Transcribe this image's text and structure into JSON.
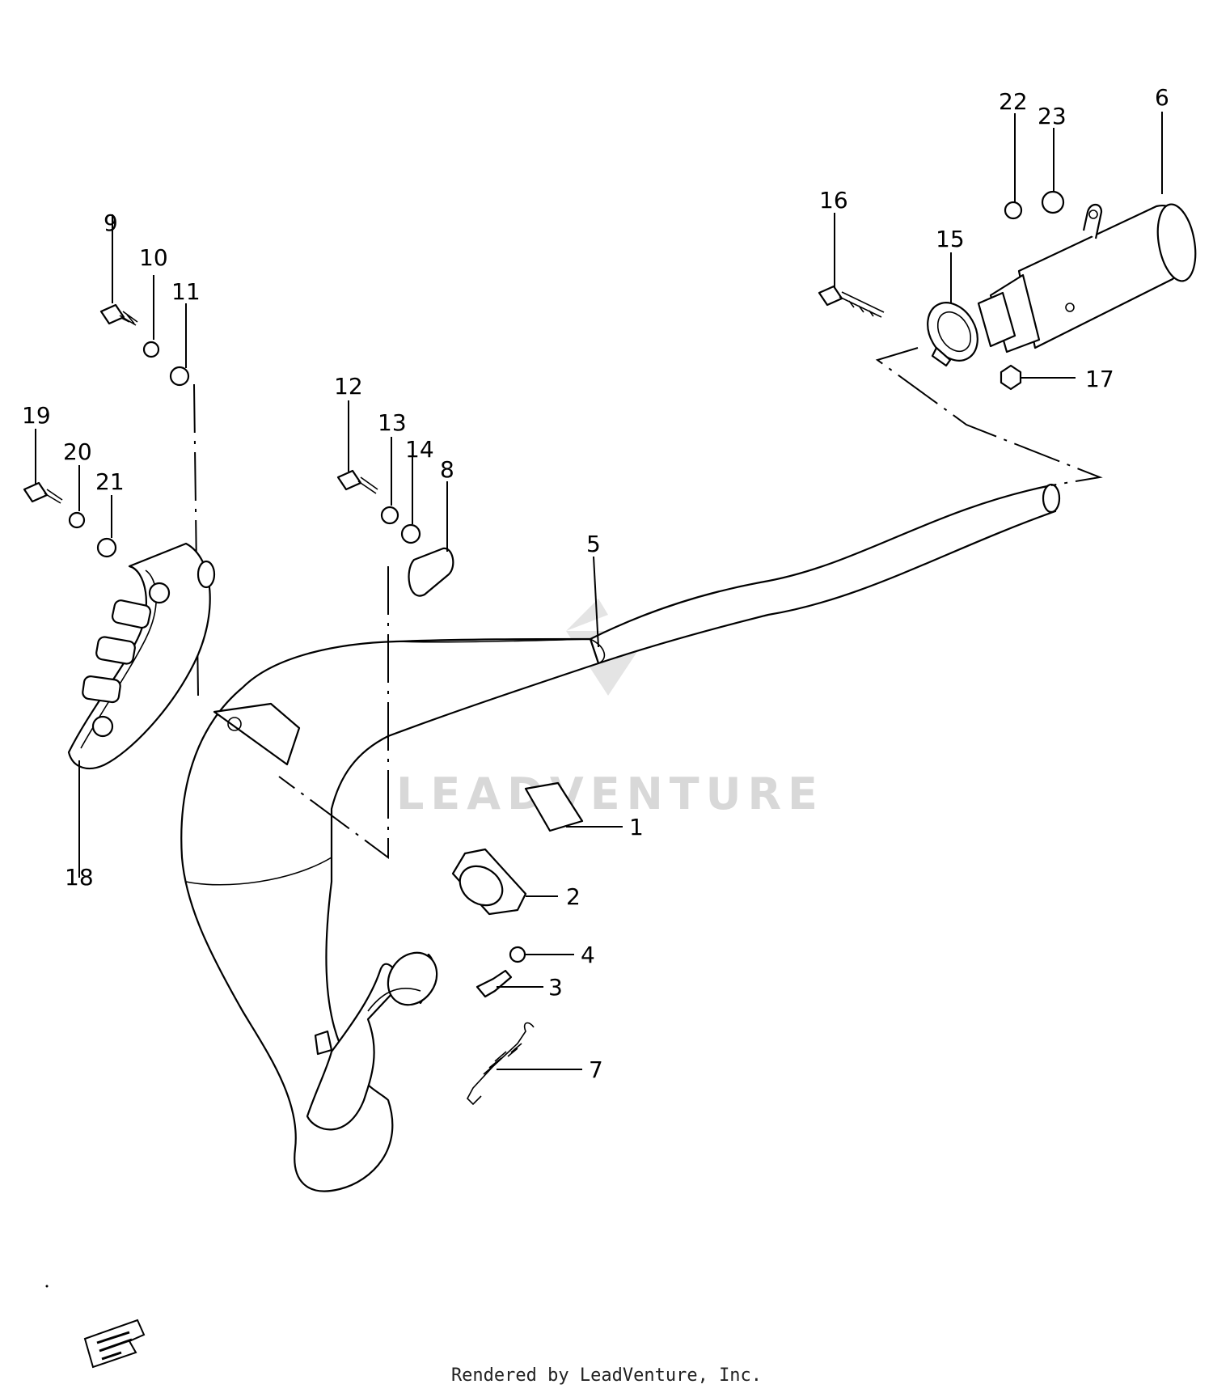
{
  "diagram": {
    "callouts": [
      {
        "id": "1",
        "label": "1"
      },
      {
        "id": "2",
        "label": "2"
      },
      {
        "id": "3",
        "label": "3"
      },
      {
        "id": "4",
        "label": "4"
      },
      {
        "id": "5",
        "label": "5"
      },
      {
        "id": "6",
        "label": "6"
      },
      {
        "id": "7",
        "label": "7"
      },
      {
        "id": "8",
        "label": "8"
      },
      {
        "id": "9",
        "label": "9"
      },
      {
        "id": "10",
        "label": "10"
      },
      {
        "id": "11",
        "label": "11"
      },
      {
        "id": "12",
        "label": "12"
      },
      {
        "id": "13",
        "label": "13"
      },
      {
        "id": "14",
        "label": "14"
      },
      {
        "id": "15",
        "label": "15"
      },
      {
        "id": "16",
        "label": "16"
      },
      {
        "id": "17",
        "label": "17"
      },
      {
        "id": "18",
        "label": "18"
      },
      {
        "id": "19",
        "label": "19"
      },
      {
        "id": "20",
        "label": "20"
      },
      {
        "id": "21",
        "label": "21"
      },
      {
        "id": "22",
        "label": "22"
      },
      {
        "id": "23",
        "label": "23"
      }
    ],
    "watermark": "LEADVENTURE"
  },
  "footer": {
    "credit": "Rendered by LeadVenture, Inc."
  }
}
